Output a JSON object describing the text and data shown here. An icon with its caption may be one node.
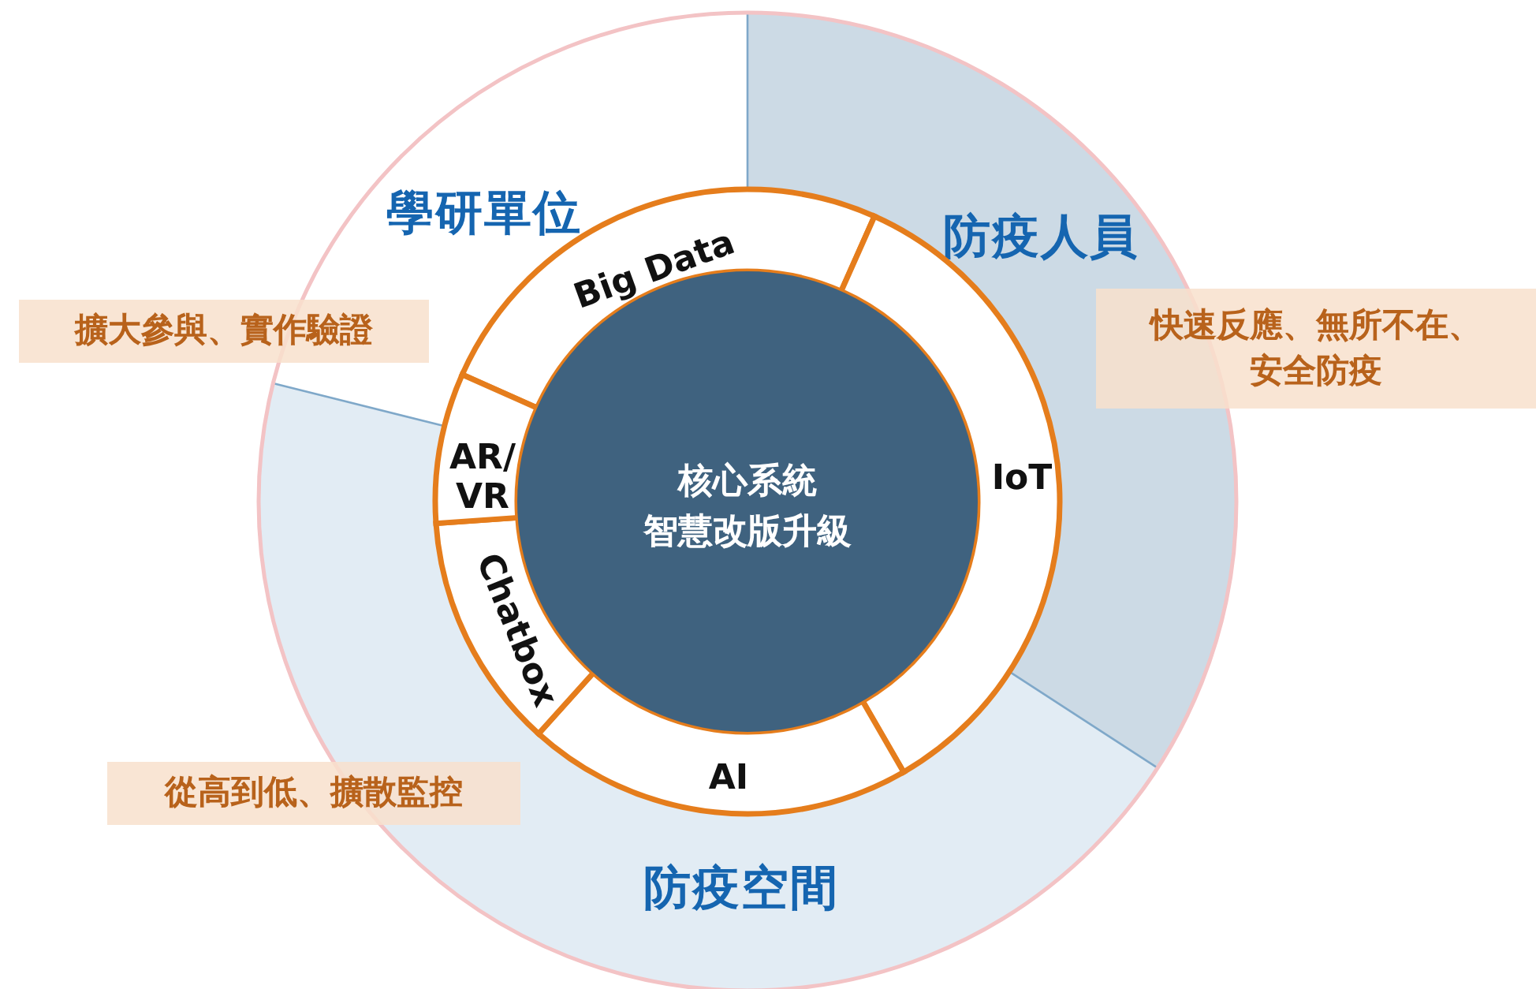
{
  "diagram": {
    "nodes": [
      {
        "text": [
          "學研單位"
        ]
      },
      {
        "text": [
          "防疫人員"
        ]
      },
      {
        "text": [
          "防疫空間"
        ]
      },
      {
        "text": [
          "Big Data"
        ]
      },
      {
        "text": [
          "IoT"
        ]
      },
      {
        "text": [
          "AI"
        ]
      },
      {
        "text": [
          "Chatbox"
        ]
      },
      {
        "text": [
          "AR/VR"
        ]
      },
      {
        "text": [
          "核心系統",
          "智慧改版升級"
        ]
      },
      {
        "text": [
          "擴大參與、實作驗證"
        ]
      },
      {
        "text": [
          "快速反應、無所不在、安全防疫"
        ]
      },
      {
        "text": [
          "從高到低、擴散監控"
        ]
      }
    ]
  }
}
